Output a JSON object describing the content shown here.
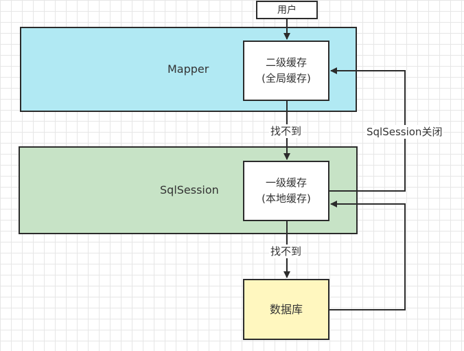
{
  "diagram": {
    "nodes": {
      "user": "用户",
      "level2_cache_line1": "二级缓存",
      "level2_cache_line2": "(全局缓存)",
      "level1_cache_line1": "一级缓存",
      "level1_cache_line2": "(本地缓存)",
      "database": "数据库"
    },
    "containers": {
      "mapper": "Mapper",
      "sqlsession": "SqlSession"
    },
    "edge_labels": {
      "not_found_1": "找不到",
      "not_found_2": "找不到",
      "sqlsession_close": "SqlSession关闭"
    },
    "colors": {
      "mapper_fill": "#b1e9f3",
      "sqlsession_fill": "#c7e3c6",
      "database_fill": "#fff7bf",
      "stroke": "#2b2b2b"
    }
  }
}
